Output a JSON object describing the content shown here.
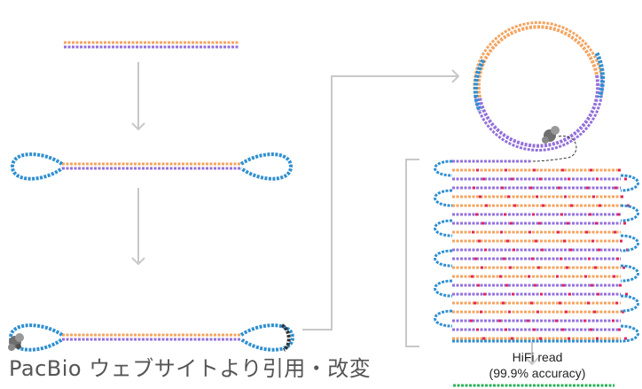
{
  "credit_text": "PacBio ウェブサイトより引用・改変",
  "hifi_label": {
    "line1": "HiFi read",
    "line2": "(99.9% accuracy)"
  },
  "colors": {
    "strand_forward": "#f4a460",
    "strand_reverse": "#9370db",
    "adapter": "#2f8fd1",
    "error_base": "#e0245e",
    "hifi_consensus": "#2bb35a",
    "arrow": "#c8c8c8",
    "polymerase": "#6e6e6e"
  }
}
